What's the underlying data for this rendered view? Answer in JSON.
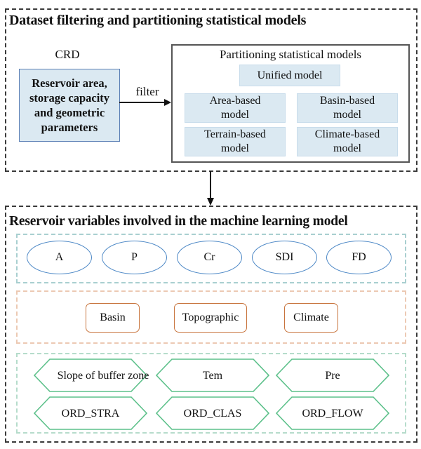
{
  "top_section": {
    "title": "Dataset filtering and partitioning statistical models",
    "source_label": "CRD",
    "source_box": "Reservoir area, storage capacity and geometric parameters",
    "arrow_label": "filter",
    "models_panel": {
      "title": "Partitioning statistical models",
      "unified": "Unified model",
      "area": "Area-based model",
      "basin": "Basin-based model",
      "terrain": "Terrain-based model",
      "climate": "Climate-based model"
    }
  },
  "bottom_section": {
    "title": "Reservoir variables involved in the machine learning model",
    "geometric_variables": [
      "A",
      "P",
      "Cr",
      "SDI",
      "FD"
    ],
    "category_variables": [
      "Basin",
      "Topographic",
      "Climate"
    ],
    "environment_variables": [
      "Slope of buffer zone",
      "Tem",
      "Pre",
      "ORD_STRA",
      "ORD_CLAS",
      "ORD_FLOW"
    ]
  },
  "colors": {
    "frame": "#3a3a3a",
    "blue_fill": "#dbe9f2",
    "blue_border": "#5b7fb5",
    "ellipse_border": "#4a86c5",
    "rrect_border": "#c8743d",
    "hex_border": "#5cc08a",
    "teal_dash": "#a9cfd0",
    "orange_dash": "#ecc9b3",
    "green_dash": "#b6dccb"
  }
}
